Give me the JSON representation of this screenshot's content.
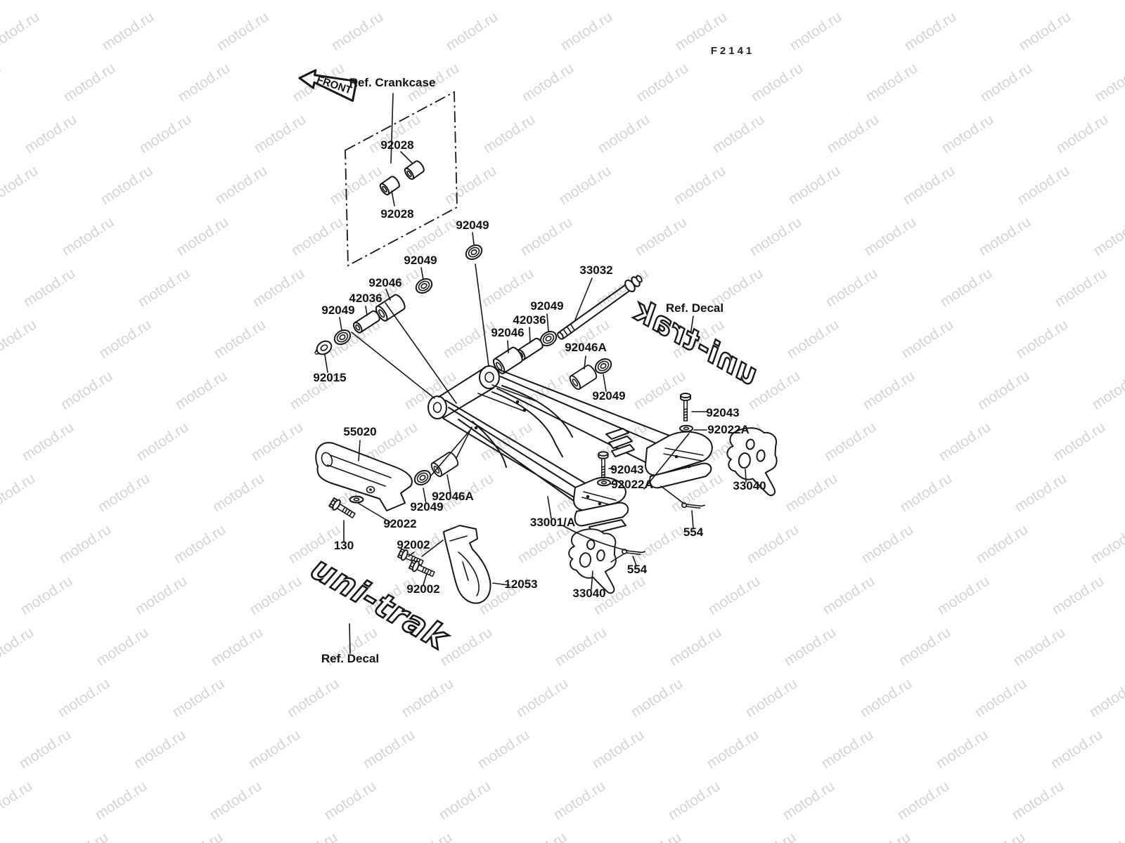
{
  "watermark": {
    "text": "motod.ru",
    "color": "#d4d4d4"
  },
  "figure_code": "F2141",
  "front_arrow": {
    "label": "FRONT"
  },
  "refs": {
    "crankcase": "Ref. Crankcase",
    "decal_top": "Ref. Decal",
    "decal_bottom": "Ref. Decal"
  },
  "decals": {
    "top_mirrored": "uni-trak",
    "bottom": "uni-trak"
  },
  "part_labels": [
    {
      "part": "92028"
    },
    {
      "part": "92028"
    },
    {
      "part": "92049"
    },
    {
      "part": "92049"
    },
    {
      "part": "92046"
    },
    {
      "part": "42036"
    },
    {
      "part": "92049"
    },
    {
      "part": "92015"
    },
    {
      "part": "33032"
    },
    {
      "part": "92049"
    },
    {
      "part": "42036"
    },
    {
      "part": "92046"
    },
    {
      "part": "92046A"
    },
    {
      "part": "92049"
    },
    {
      "part": "92043"
    },
    {
      "part": "92022A"
    },
    {
      "part": "33040"
    },
    {
      "part": "55020"
    },
    {
      "part": "92043"
    },
    {
      "part": "92022A"
    },
    {
      "part": "92046A"
    },
    {
      "part": "92049"
    },
    {
      "part": "92022"
    },
    {
      "part": "130"
    },
    {
      "part": "92002"
    },
    {
      "part": "92002"
    },
    {
      "part": "12053"
    },
    {
      "part": "33001/A"
    },
    {
      "part": "554"
    },
    {
      "part": "554"
    },
    {
      "part": "33040"
    }
  ]
}
